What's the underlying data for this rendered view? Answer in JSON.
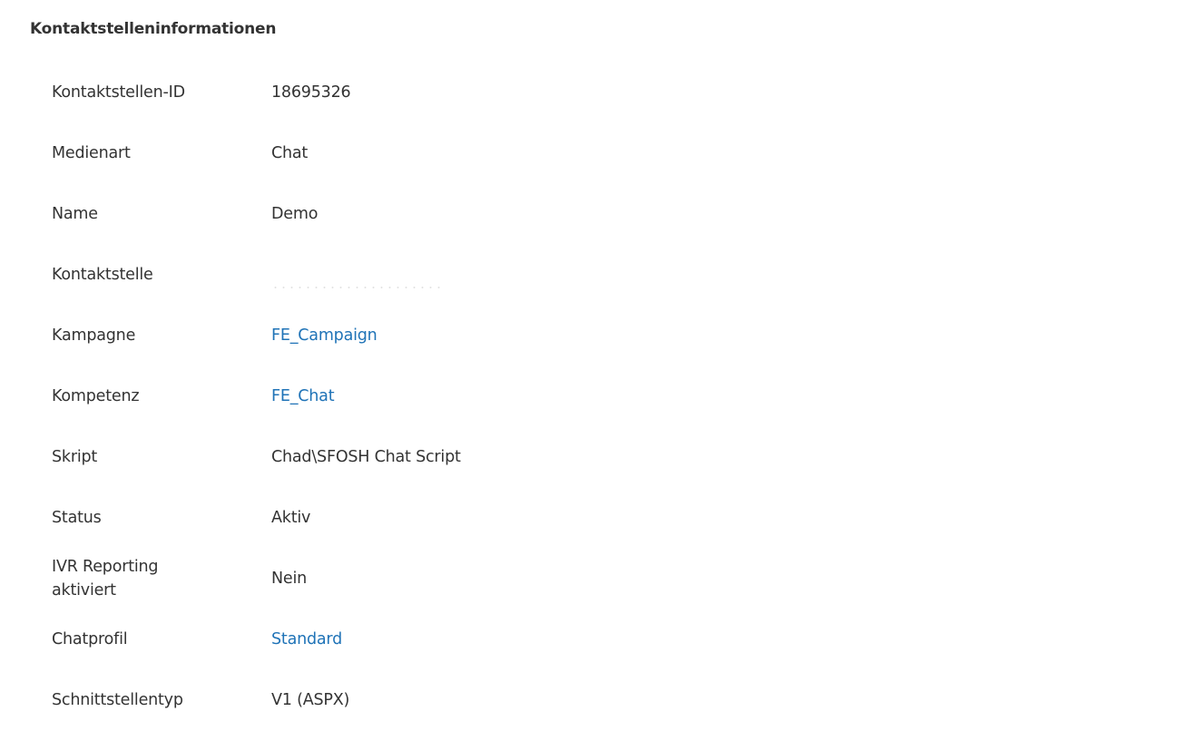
{
  "section": {
    "title": "Kontaktstelleninformationen"
  },
  "fields": [
    {
      "label": "Kontaktstellen-ID",
      "value": "18695326",
      "link": false
    },
    {
      "label": "Medienart",
      "value": "Chat",
      "link": false
    },
    {
      "label": "Name",
      "value": "Demo",
      "link": false
    },
    {
      "label": "Kontaktstelle",
      "value": "",
      "link": false
    },
    {
      "label": "Kampagne",
      "value": "FE_Campaign",
      "link": true
    },
    {
      "label": "Kompetenz",
      "value": "FE_Chat",
      "link": true
    },
    {
      "label": "Skript",
      "value": "Chad\\SFOSH Chat Script",
      "link": false
    },
    {
      "label": "Status",
      "value": "Aktiv",
      "link": false
    },
    {
      "label": "IVR Reporting aktiviert",
      "value": "Nein",
      "link": false
    },
    {
      "label": "Chatprofil",
      "value": "Standard",
      "link": true
    },
    {
      "label": "Schnittstellentyp",
      "value": "V1 (ASPX)",
      "link": false
    }
  ],
  "colors": {
    "text": "#333333",
    "link": "#1f73b7",
    "background": "#ffffff"
  }
}
